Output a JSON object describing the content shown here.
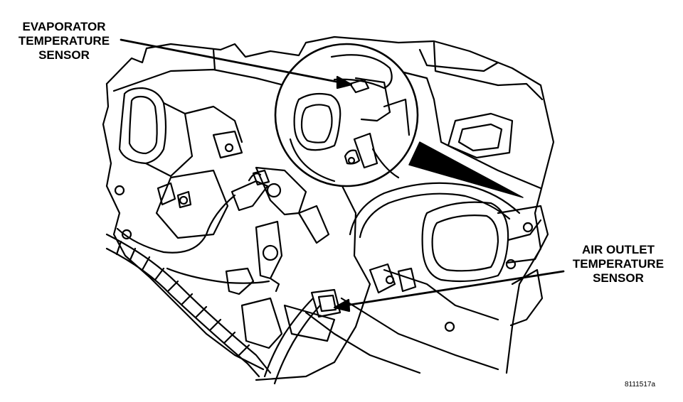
{
  "labels": {
    "evaporator_sensor": [
      "EVAPORATOR",
      "TEMPERATURE",
      "SENSOR"
    ],
    "air_outlet_sensor": [
      "AIR OUTLET",
      "TEMPERATURE",
      "SENSOR"
    ]
  },
  "figure_code": "8111517a"
}
